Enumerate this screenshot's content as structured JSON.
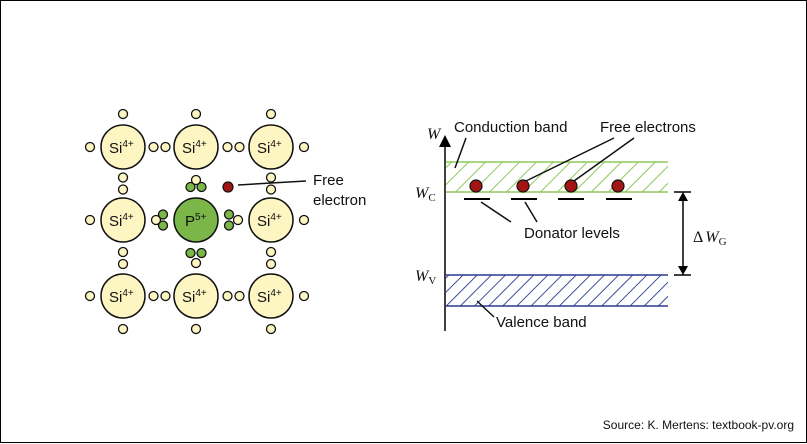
{
  "lattice": {
    "si_label": "Si",
    "si_charge": "4+",
    "p_label": "P",
    "p_charge": "5+",
    "free_electron_label_line1": "Free",
    "free_electron_label_line2": "electron"
  },
  "band": {
    "w_axis_label": "W",
    "wc_label": "W",
    "wc_sub": "C",
    "wv_label": "W",
    "wv_sub": "V",
    "delta_label": "Δ",
    "delta_w_label": "W",
    "delta_w_sub": "G",
    "conduction_band_label": "Conduction band",
    "free_electrons_label": "Free electrons",
    "donator_levels_label": "Donator levels",
    "valence_band_label": "Valence band"
  },
  "colors": {
    "atom_fill": "#fdf6c3",
    "p_fill": "#7ab648",
    "electron_dark_red": "#a31515",
    "conduction_hatch": "#8fc85a",
    "valence_hatch": "#2b3a8f"
  },
  "source": "Source: K. Mertens: textbook-pv.org"
}
